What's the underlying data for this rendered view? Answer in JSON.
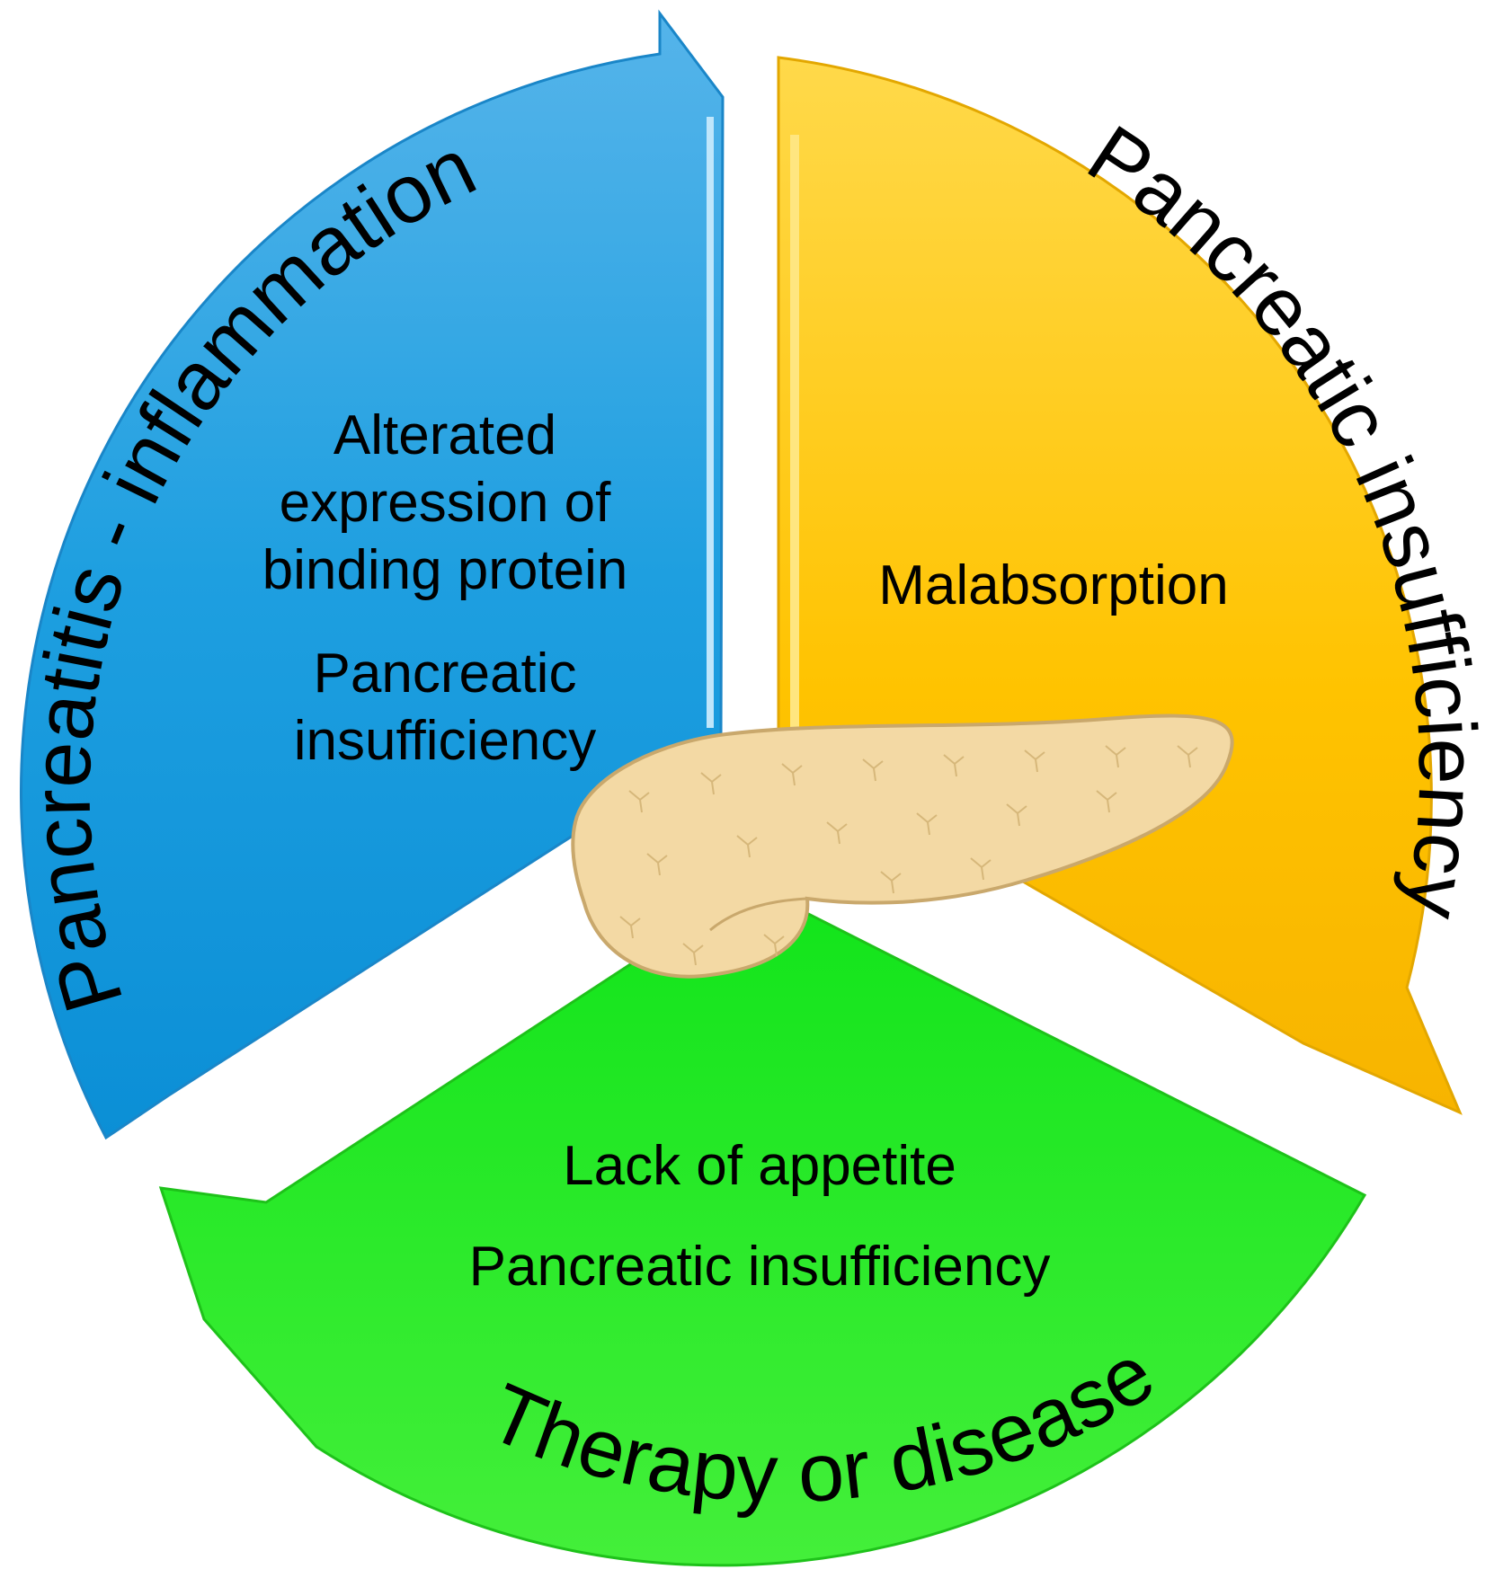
{
  "segments": {
    "blue": {
      "title": "Pancreatitis - inflammation",
      "lines": [
        "Alterated",
        "expression of",
        "binding protein",
        "Pancreatic",
        "insufficiency"
      ],
      "color": "#1e9fe0"
    },
    "yellow": {
      "title": "Pancreatic insufficiency",
      "lines": [
        "Malabsorption"
      ],
      "color": "#ffc300"
    },
    "green": {
      "title": "Therapy or disease",
      "lines": [
        "Lack of appetite",
        "Pancreatic insufficiency"
      ],
      "color": "#22e61e"
    }
  },
  "center_image": {
    "icon": "pancreas-icon",
    "color": "#f3d9a4"
  }
}
